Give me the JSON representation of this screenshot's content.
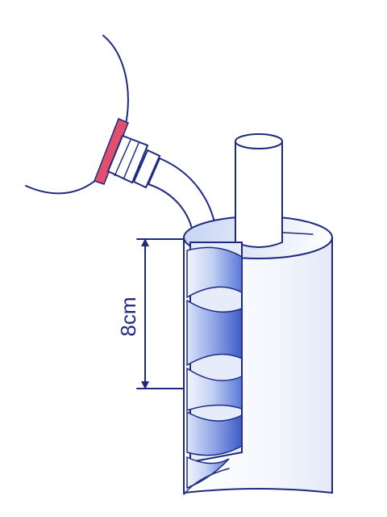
{
  "diagram": {
    "measurement": {
      "value": 8,
      "unit": "cm",
      "label": "8cm"
    },
    "colors": {
      "ink": "#1e2a80",
      "tape_light": "#eef3fc",
      "tape_dark": "#5a78d8",
      "gasket": "#e0506e",
      "background": "#ffffff"
    }
  }
}
